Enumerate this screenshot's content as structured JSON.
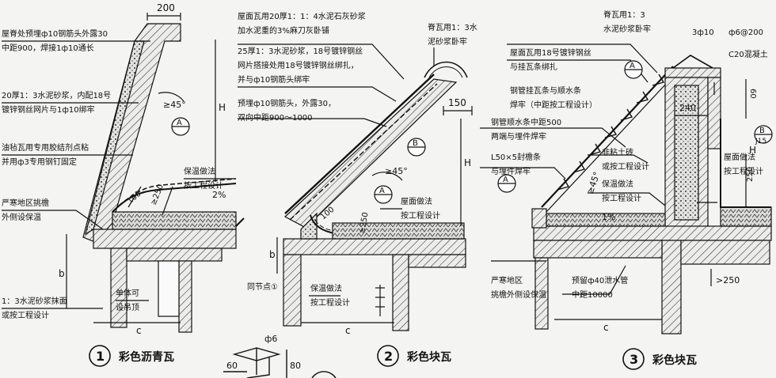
{
  "details": {
    "d1": {
      "number": "1",
      "caption": "彩色沥青瓦",
      "dim_200": "200",
      "dim_H": "H",
      "dim_b": "b",
      "dim_c": "c",
      "dim_250": "≥250",
      "dim_100": "100",
      "angle": "≥45°",
      "slope": "2%",
      "bubble": "A",
      "notes": [
        "屋脊处预埋ф10钢筋头外露30",
        "中距900，焊接1ф10通长",
        "20厚1：3水泥砂浆，内配18号",
        "镀锌钢丝网片与1ф10绑牢",
        "油毡瓦用专用胶结剂点粘",
        "并用ф3专用钢钉固定",
        "保温做法",
        "按工程设计",
        "严寒地区挑檐",
        "外侧设保温",
        "1：3水泥砂浆抹面",
        "或按工程设计",
        "单体可",
        "设吊顶"
      ]
    },
    "d2": {
      "number": "2",
      "caption": "彩色块瓦",
      "dim_150": "150",
      "dim_H": "H",
      "dim_b": "b",
      "dim_c": "c",
      "dim_250": "≥250",
      "dim_100": "100",
      "angle": "≥45°",
      "bubble_b": "B",
      "bubble_a": "A",
      "notes": [
        "屋面瓦用20厚1：1：4水泥石灰砂浆",
        "加水泥重的3%麻刀灰卧铺",
        "25厚1：3水泥砂浆，18号镀锌钢丝",
        "网片搭接处用18号镀锌钢丝绑扎，",
        "并与ф10钢筋头绑牢",
        "预埋ф10钢筋头，外露30，",
        "双向中距900～1000",
        "脊瓦用1：3水",
        "泥砂浆卧牢",
        "屋面做法",
        "按工程设计",
        "保温做法",
        "按工程设计",
        "同节点①"
      ]
    },
    "d3": {
      "number": "3",
      "caption": "彩色块瓦",
      "dim_3phi10": "3ф10",
      "dim_phi6": "ф6@200",
      "dim_60": "60",
      "dim_240": "240",
      "dim_H": "H",
      "dim_250": "250",
      "dim_gt250": ">250",
      "dim_c": "c",
      "angle": "≥45°",
      "slope": "1%",
      "bubble_a": "A",
      "bubble_b": "B",
      "bubble_b_sub": "J15",
      "notes": [
        "脊瓦用1：3",
        "水泥砂浆卧牢",
        "C20混凝土",
        "屋面瓦用18号镀锌钢丝",
        "与挂瓦条绑扎",
        "钢管挂瓦条与顺水条",
        "焊牢（中距按工程设计）",
        "钢管顺水条中距500",
        "两端与埋件焊牢",
        "L50×5封檐条",
        "与埋件焊牢",
        "非粘土砖",
        "或按工程设计",
        "保温做法",
        "按工程设计",
        "屋面做法",
        "按工程设计",
        "严寒地区",
        "挑檐外侧设保温",
        "预留ф40泄水管",
        "中距10000"
      ]
    },
    "d4": {
      "dim_phi6": "ф6",
      "dim_60": "60",
      "dim_80": "80"
    }
  },
  "colors": {
    "ink": "#111111",
    "paper": "#f4f4f2",
    "bubble_fill": "#ffffff"
  }
}
